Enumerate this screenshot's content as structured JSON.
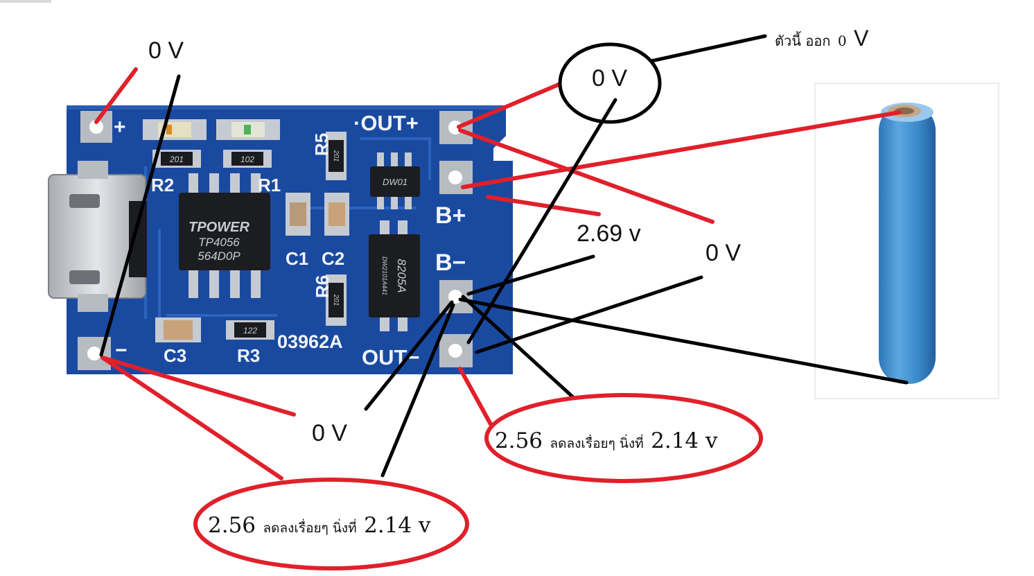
{
  "board": {
    "silk": {
      "plus": "+",
      "minus": "−",
      "out_plus": "·OUT+",
      "out_minus": "OUT−",
      "b_plus": "B+",
      "b_minus": "B−",
      "r1": "R1",
      "r2": "R2",
      "r3": "R3",
      "r5": "R5",
      "r6": "R6",
      "c1": "C1",
      "c2": "C2",
      "c3": "C3",
      "board_code": "03962A"
    },
    "chip_main": {
      "line1": "TPOWER",
      "line2": "TP4056",
      "line3": "564D0P"
    },
    "chip_protect": {
      "line1": "8205A",
      "line2": "DW2101A441"
    },
    "chip_dw01": "DW01",
    "resistor_codes": {
      "r2": "201",
      "r1": "102",
      "r5": "201",
      "r6": "201",
      "r3": "122"
    }
  },
  "annotations": {
    "plus_pad": "0 V",
    "out_plus_pad": "0 V",
    "out_plus_note_thai": "ตัวนี้ ออก",
    "out_plus_note_zero": "0",
    "out_plus_note_v": "V",
    "b_plus_reading": "2.69 v",
    "b_minus_reading": "0 V",
    "minus_pad": "0 V",
    "bottom_left_note": {
      "start": "2.56",
      "thai": "ลดลงเรื่อยๆ นิ่งที่",
      "end": "2.14 v"
    },
    "bottom_right_note": {
      "start": "2.56",
      "thai": "ลดลงเรื่อยๆ นิ่งที่",
      "end": "2.14 v"
    }
  },
  "colors": {
    "pcb": "#1a4aa0",
    "annotation_red": "#e0202a",
    "annotation_black": "#000000",
    "battery": "#3f8fcf"
  }
}
